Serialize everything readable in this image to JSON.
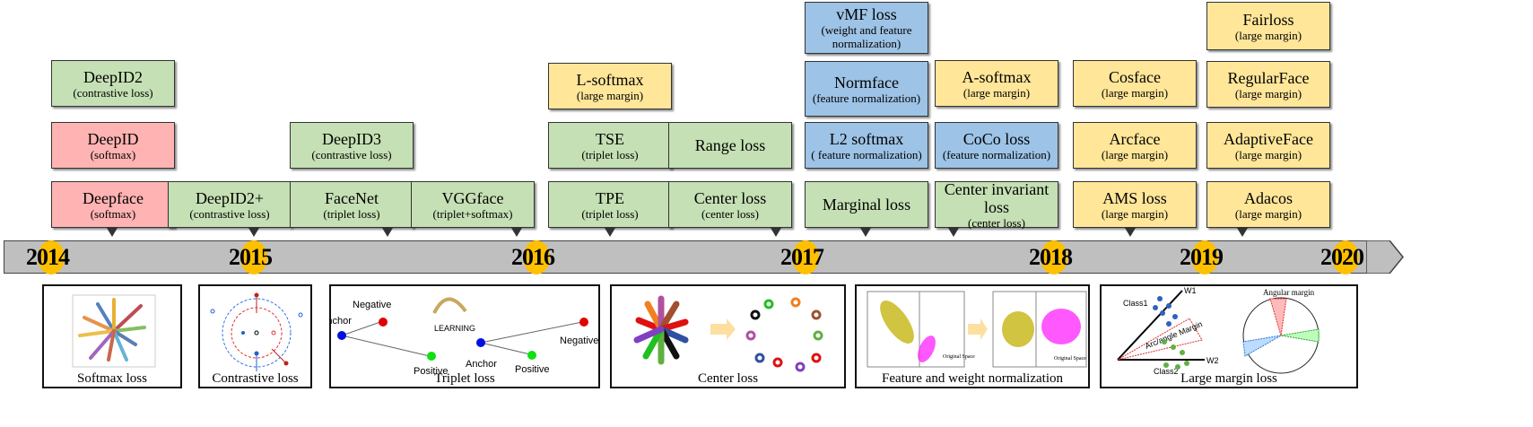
{
  "colors": {
    "green": "#c5e0b4",
    "pink": "#ffb3b3",
    "yellow": "#ffe699",
    "blue": "#9dc3e6",
    "timeline": "#bfbfbf",
    "year_dot": "#ffc000"
  },
  "years": [
    "2014",
    "2015",
    "2016",
    "2017",
    "2018",
    "2019",
    "2020"
  ],
  "columns": [
    {
      "boxes": [
        {
          "title": "DeepID2",
          "sub": "(contrastive loss)",
          "color": "green"
        },
        {
          "title": "DeepID",
          "sub": "(softmax)",
          "color": "pink"
        },
        {
          "title": "Deepface",
          "sub": "(softmax)",
          "color": "pink"
        }
      ]
    },
    {
      "boxes": [
        {
          "title": "DeepID2+",
          "sub": "(contrastive loss)",
          "color": "green"
        }
      ]
    },
    {
      "boxes": [
        {
          "title": "DeepID3",
          "sub": "(contrastive loss)",
          "color": "green"
        },
        {
          "title": "FaceNet",
          "sub": "(triplet loss)",
          "color": "green"
        }
      ]
    },
    {
      "boxes": [
        {
          "title": "VGGface",
          "sub": "(triplet+softmax)",
          "color": "green"
        }
      ]
    },
    {
      "boxes": [
        {
          "title": "L-softmax",
          "sub": "(large margin)",
          "color": "yellow"
        },
        {
          "title": "TSE",
          "sub": "(triplet loss)",
          "color": "green"
        },
        {
          "title": "TPE",
          "sub": "(triplet loss)",
          "color": "green"
        }
      ]
    },
    {
      "boxes": [
        {
          "title": "Range loss",
          "sub": "",
          "color": "green"
        },
        {
          "title": "Center loss",
          "sub": "(center loss)",
          "color": "green"
        }
      ]
    },
    {
      "boxes": [
        {
          "title": "vMF loss",
          "sub": "(weight and feature normalization)",
          "color": "blue"
        },
        {
          "title": "Normface",
          "sub": "(feature normalization)",
          "color": "blue"
        },
        {
          "title": "L2 softmax",
          "sub": "( feature normalization)",
          "color": "blue"
        },
        {
          "title": "Marginal loss",
          "sub": "",
          "color": "green"
        }
      ]
    },
    {
      "boxes": [
        {
          "title": "A-softmax",
          "sub": "(large margin)",
          "color": "yellow"
        },
        {
          "title": "CoCo loss",
          "sub": "(feature normalization)",
          "color": "blue"
        },
        {
          "title": "Center invariant loss",
          "sub": "(center loss)",
          "color": "green"
        }
      ]
    },
    {
      "boxes": [
        {
          "title": "Cosface",
          "sub": "(large margin)",
          "color": "yellow"
        },
        {
          "title": "Arcface",
          "sub": "(large margin)",
          "color": "yellow"
        },
        {
          "title": "AMS loss",
          "sub": "(large margin)",
          "color": "yellow"
        }
      ]
    },
    {
      "boxes": [
        {
          "title": "Fairloss",
          "sub": "(large margin)",
          "color": "yellow"
        },
        {
          "title": "RegularFace",
          "sub": "(large margin)",
          "color": "yellow"
        },
        {
          "title": "AdaptiveFace",
          "sub": "(large margin)",
          "color": "yellow"
        },
        {
          "title": "Adacos",
          "sub": "(large margin)",
          "color": "yellow"
        }
      ]
    }
  ],
  "panels": [
    {
      "caption": "Softmax loss"
    },
    {
      "caption": "Contrastive loss"
    },
    {
      "caption": "Triplet loss",
      "labels": {
        "anchor": "Anchor",
        "negative": "Negative",
        "positive": "Positive",
        "learning": "LEARNING"
      }
    },
    {
      "caption": "Center loss"
    },
    {
      "caption": "Feature and weight normalization",
      "labels": {
        "space": "Original Space"
      }
    },
    {
      "caption": "Large margin loss",
      "labels": {
        "w1": "W1",
        "w2": "W2",
        "class1": "Class1",
        "class2": "Class2",
        "margin": "Arc/angle Margin",
        "angular": "Angular margin"
      }
    }
  ]
}
